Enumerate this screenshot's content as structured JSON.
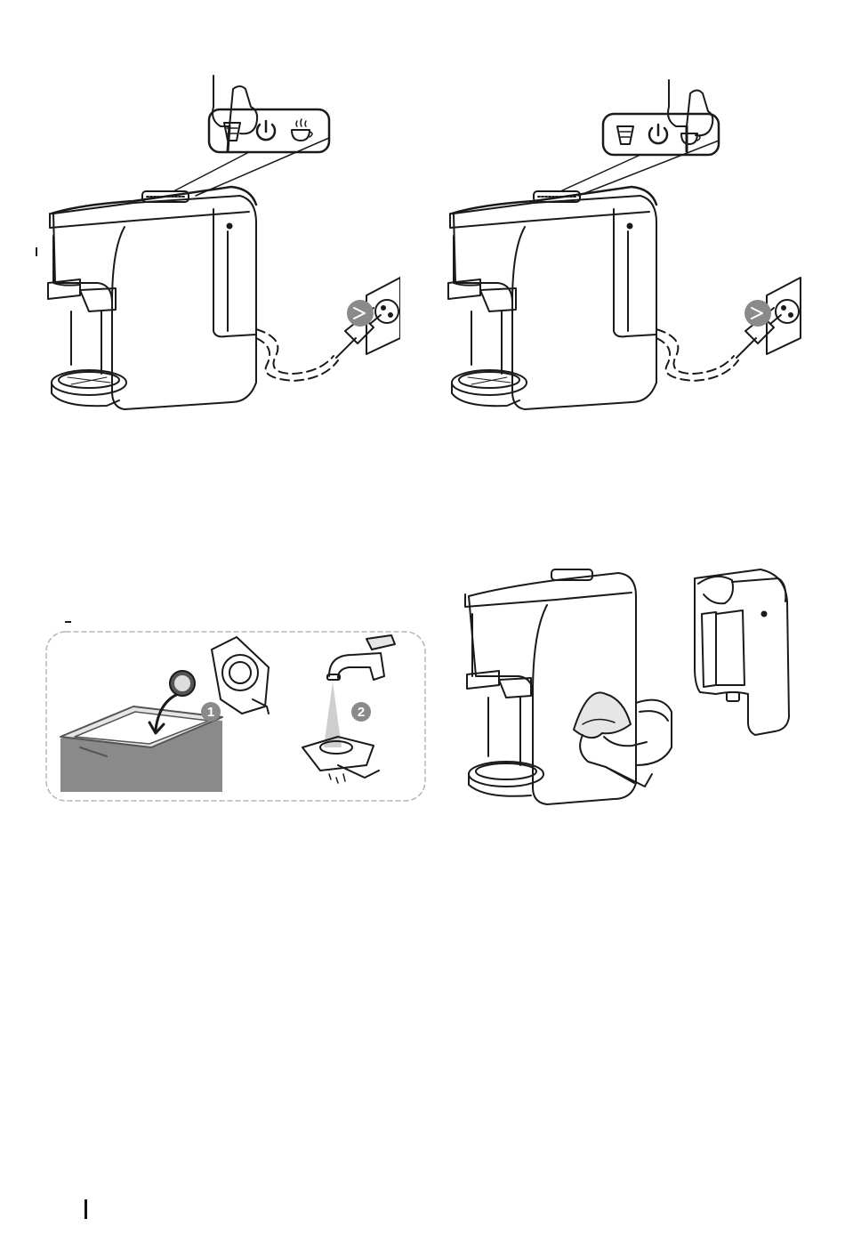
{
  "figures": {
    "top_left": {
      "pressed_button": "descale",
      "buttons": [
        "descale-icon",
        "power-icon",
        "cup-steam-icon"
      ]
    },
    "top_right": {
      "pressed_button": "cup",
      "buttons": [
        "descale-icon",
        "power-icon",
        "cup-steam-icon"
      ]
    },
    "bottom_left": {
      "steps": [
        "1",
        "2"
      ]
    },
    "bottom_right": {
      "description": "wipe"
    }
  },
  "colors": {
    "line": "#1a1a1a",
    "grey_fill": "#8a8a8a",
    "light_fill": "#e6e6e6",
    "dashed_border": "#b5b5b5"
  }
}
